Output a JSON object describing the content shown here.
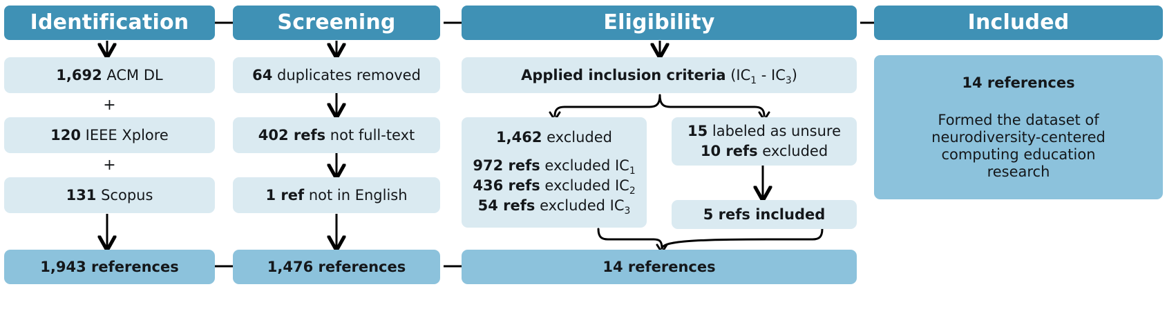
{
  "colors": {
    "header_blue": "#3f91b5",
    "light_blue": "#daeaf1",
    "medium_blue": "#8cc2dc",
    "text": "#14171a",
    "arrow": "#000000"
  },
  "chart_data": {
    "type": "diagram",
    "title": "PRISMA systematic review flow diagram",
    "stages": [
      "Identification",
      "Screening",
      "Eligibility",
      "Included"
    ],
    "identification": {
      "acm_dl": 1692,
      "ieee_xplore": 120,
      "scopus": 131,
      "total_references": 1943
    },
    "screening": {
      "duplicates_removed": 64,
      "not_full_text": 402,
      "not_in_english": 1,
      "total_references": 1476
    },
    "eligibility": {
      "excluded_total": 1462,
      "excluded_ic1": 972,
      "excluded_ic2": 436,
      "excluded_ic3": 54,
      "labeled_unsure": 15,
      "unsure_excluded": 10,
      "unsure_included": 5,
      "total_references": 14
    },
    "included": {
      "references": 14
    }
  },
  "columns": {
    "identification": {
      "header": "Identification",
      "source1_num": "1,692",
      "source1_label": " ACM DL",
      "plus1": "+",
      "source2_num": "120",
      "source2_label": " IEEE Xplore",
      "plus2": "+",
      "source3_num": "131",
      "source3_label": " Scopus",
      "total": "1,943 references"
    },
    "screening": {
      "header": "Screening",
      "step1_num": "64",
      "step1_label": " duplicates removed",
      "step2_num": "402 refs",
      "step2_label": " not full-text",
      "step3_num": "1 ref",
      "step3_label": " not in English",
      "total": "1,476 references"
    },
    "eligibility": {
      "header": "Eligibility",
      "criteria_bold": "Applied inclusion criteria",
      "criteria_rest": " (IC",
      "criteria_sub1": "1",
      "criteria_mid": " - IC",
      "criteria_sub2": "3",
      "criteria_end": ")",
      "excluded_line1_num": "1,462",
      "excluded_line1_label": " excluded",
      "excluded_line2_num": "972 refs",
      "excluded_line2_label": " excluded IC",
      "excluded_line2_sub": "1",
      "excluded_line3_num": "436 refs",
      "excluded_line3_label": " excluded IC",
      "excluded_line3_sub": "2",
      "excluded_line4_num": "54 refs",
      "excluded_line4_label": " excluded IC",
      "excluded_line4_sub": "3",
      "unsure_line1_num": "15",
      "unsure_line1_label": " labeled as unsure",
      "unsure_line2_num": "10 refs",
      "unsure_line2_label": " excluded",
      "included_box": "5 refs included",
      "total": "14 references"
    },
    "included": {
      "header": "Included",
      "count": "14 references",
      "description_l1": "Formed the dataset of",
      "description_l2": "neurodiversity-centered",
      "description_l3": "computing education",
      "description_l4": "research"
    }
  }
}
